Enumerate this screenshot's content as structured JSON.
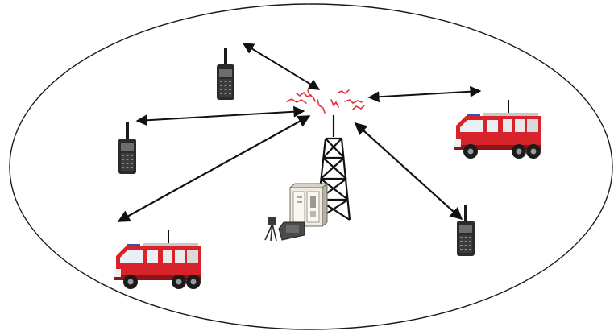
{
  "diagram": {
    "boundary": {
      "shape": "ellipse",
      "stroke": "#1a1a1a"
    },
    "hub": {
      "icon": "radio-tower-icon",
      "equipment_icon": "base-station-cabinet-icon",
      "field_unit_icon": "field-radio-unit-icon",
      "signal_icon": "radio-wave-icon",
      "signal_color": "#e0303a"
    },
    "nodes": [
      {
        "id": "radio-top",
        "icon": "handheld-radio-icon"
      },
      {
        "id": "radio-left",
        "icon": "handheld-radio-icon"
      },
      {
        "id": "truck-left",
        "icon": "fire-truck-icon"
      },
      {
        "id": "truck-right",
        "icon": "fire-truck-icon"
      },
      {
        "id": "radio-right",
        "icon": "handheld-radio-icon"
      }
    ],
    "links": [
      {
        "from": "hub",
        "to": "radio-top",
        "direction": "bidirectional"
      },
      {
        "from": "hub",
        "to": "radio-left",
        "direction": "bidirectional"
      },
      {
        "from": "hub",
        "to": "truck-left",
        "direction": "bidirectional"
      },
      {
        "from": "hub",
        "to": "truck-right",
        "direction": "bidirectional"
      },
      {
        "from": "hub",
        "to": "radio-right",
        "direction": "bidirectional"
      }
    ],
    "colors": {
      "truck_body": "#d8232a",
      "truck_dark": "#8e1418",
      "radio_body": "#2b2b2b",
      "tower": "#111111",
      "arrow": "#111111"
    }
  }
}
